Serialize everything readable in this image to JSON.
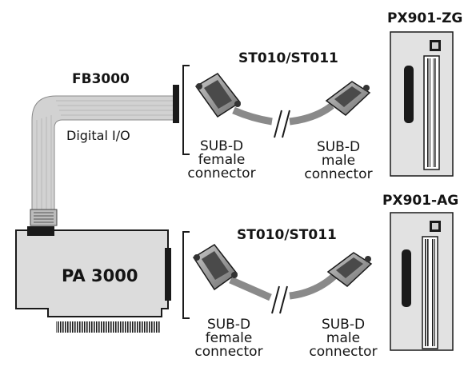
{
  "labels": {
    "fb3000": "FB3000",
    "digital_io": "Digital I/O",
    "pa3000": "PA 3000",
    "st_top": "ST010/ST011",
    "st_bottom": "ST010/ST011",
    "px901_zg": "PX901-ZG",
    "px901_ag": "PX901-AG",
    "female_top": [
      "SUB-D",
      "female",
      "connector"
    ],
    "male_top": [
      "SUB-D",
      "male",
      "connector"
    ],
    "female_bottom": [
      "SUB-D",
      "female",
      "connector"
    ],
    "male_bottom": [
      "SUB-D",
      "male",
      "connector"
    ]
  },
  "colors": {
    "ribbon": "#d2d2d2",
    "card": "#dcdcdc",
    "terminal_board": "#e2e2e2",
    "outline": "#1a1a1a",
    "connector": "#9a9a9a"
  },
  "icons": [
    "db-female-connector-icon",
    "db-male-connector-icon",
    "cable-break-icon",
    "terminal-block-icon",
    "jumper-icon"
  ]
}
